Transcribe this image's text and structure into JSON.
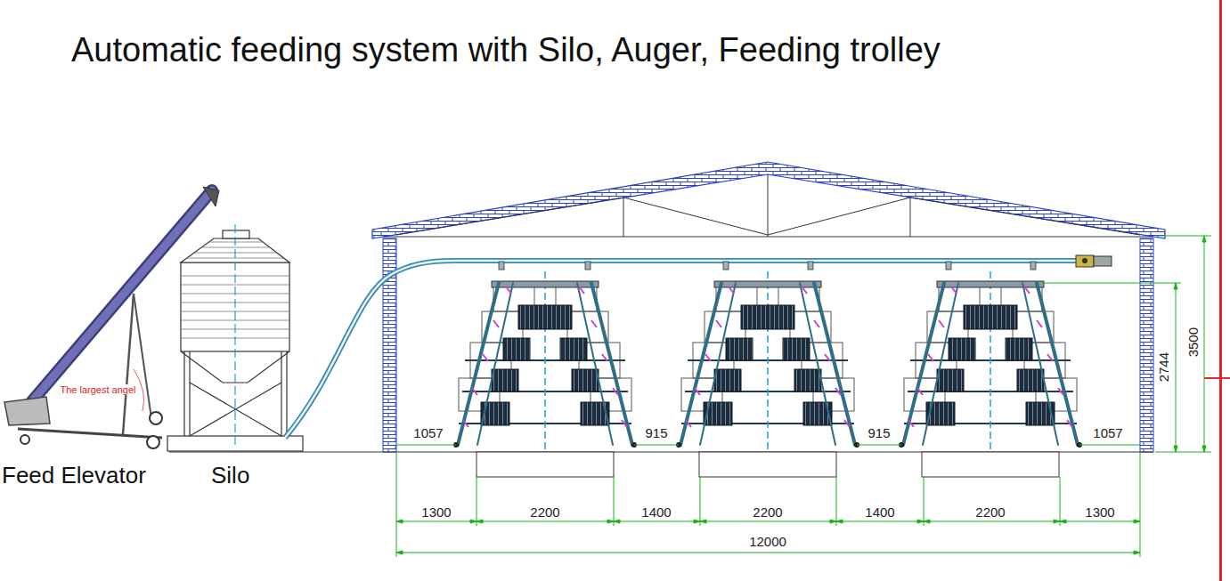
{
  "diagram": {
    "title": "Automatic feeding system with Silo, Auger, Feeding trolley",
    "labels": [
      "The largest angel",
      "Feed Elevator",
      "Silo",
      "1057",
      "915",
      "915",
      "1057",
      "1300",
      "2200",
      "1400",
      "2200",
      "1400",
      "2200",
      "1300",
      "12000",
      "2744",
      "3500"
    ]
  }
}
